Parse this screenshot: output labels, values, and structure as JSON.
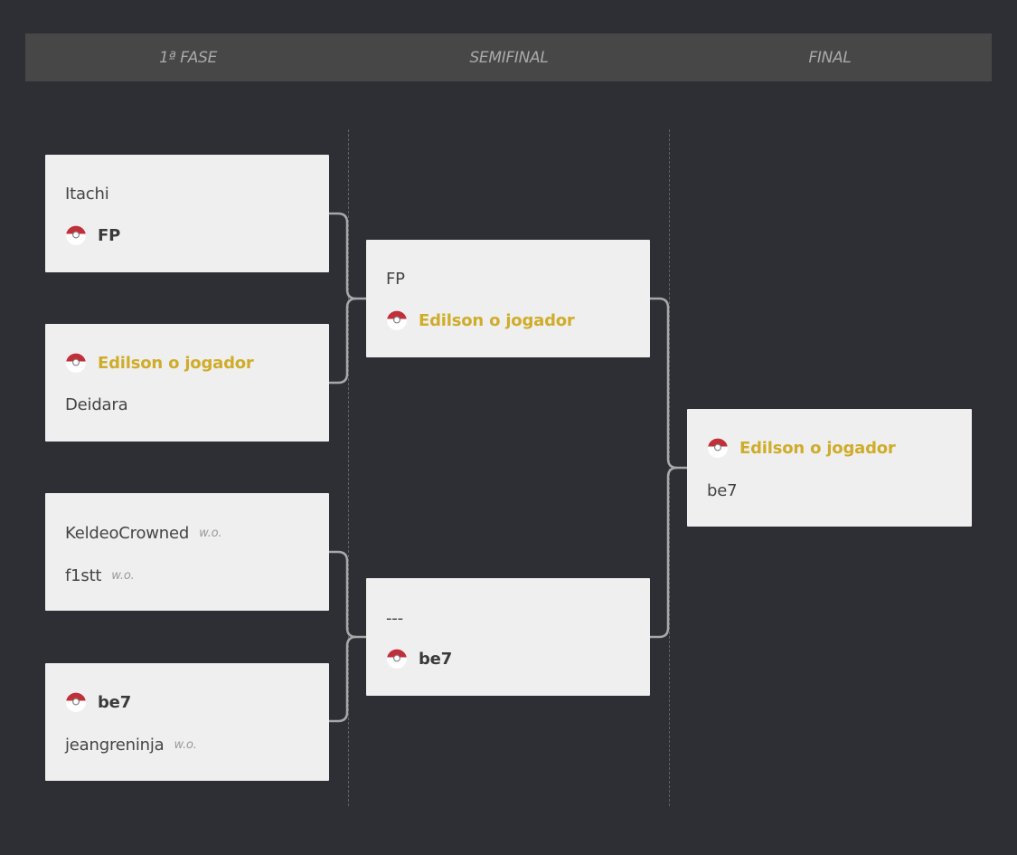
{
  "phases": [
    {
      "label": "1ª FASE"
    },
    {
      "label": "SEMIFINAL"
    },
    {
      "label": "FINAL"
    }
  ],
  "matches": [
    {
      "round": "1ª FASE",
      "players": [
        {
          "name": "Itachi",
          "winner": false,
          "wo": ""
        },
        {
          "name": "FP",
          "winner": true,
          "wo": ""
        }
      ]
    },
    {
      "round": "1ª FASE",
      "players": [
        {
          "name": "Edilson o jogador",
          "winner": true,
          "wo": ""
        },
        {
          "name": "Deidara",
          "winner": false,
          "wo": ""
        }
      ]
    },
    {
      "round": "1ª FASE",
      "players": [
        {
          "name": "KeldeoCrowned",
          "winner": false,
          "wo": "w.o."
        },
        {
          "name": "f1stt",
          "winner": false,
          "wo": "w.o."
        }
      ]
    },
    {
      "round": "1ª FASE",
      "players": [
        {
          "name": "be7",
          "winner": true,
          "wo": ""
        },
        {
          "name": "jeangreninja",
          "winner": false,
          "wo": "w.o."
        }
      ]
    },
    {
      "round": "SEMIFINAL",
      "players": [
        {
          "name": "FP",
          "winner": false,
          "wo": ""
        },
        {
          "name": "Edilson o jogador",
          "winner": true,
          "wo": ""
        }
      ]
    },
    {
      "round": "SEMIFINAL",
      "players": [
        {
          "name": "---",
          "winner": false,
          "wo": ""
        },
        {
          "name": "be7",
          "winner": true,
          "wo": ""
        }
      ]
    },
    {
      "round": "FINAL",
      "players": [
        {
          "name": "Edilson o jogador",
          "winner": true,
          "wo": ""
        },
        {
          "name": "be7",
          "winner": false,
          "wo": ""
        }
      ]
    }
  ],
  "colors": {
    "background": "#2e2f34",
    "header": "#474747",
    "card": "#efefef",
    "highlight": "#cfac2a",
    "pokeball_red": "#c0303a"
  },
  "icons": {
    "winner_marker": "pokeball-icon"
  }
}
